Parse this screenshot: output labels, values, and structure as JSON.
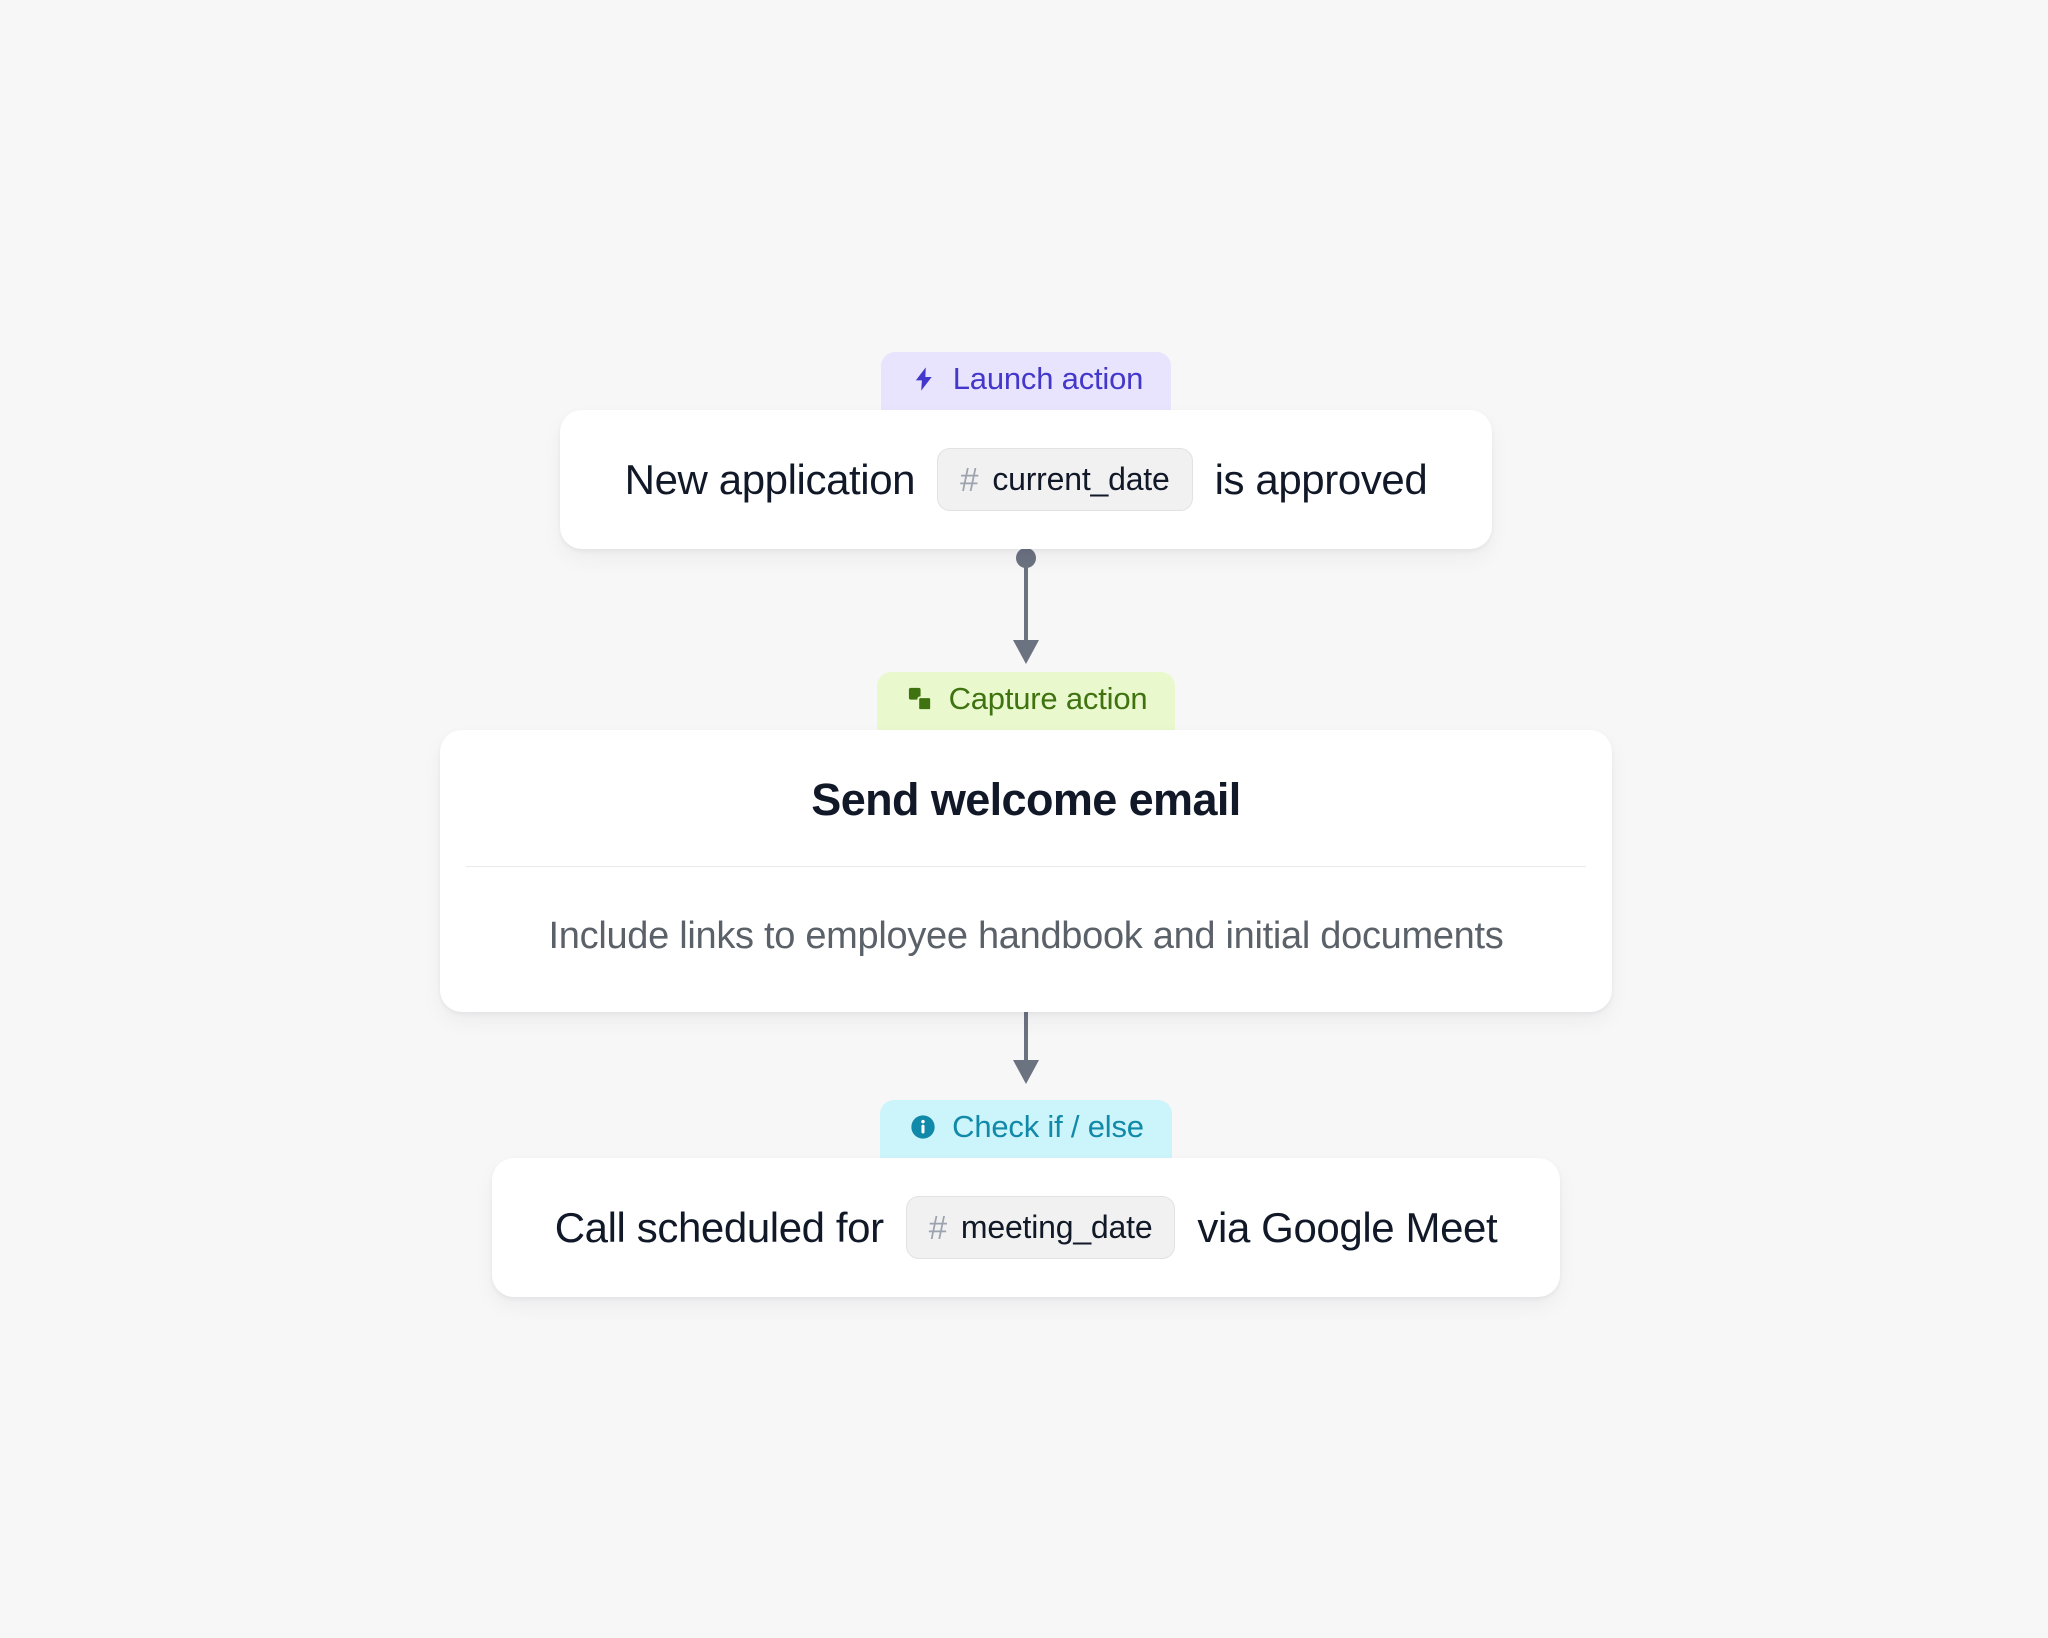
{
  "canvas": {
    "background_color": "#f7f7f7"
  },
  "workflow": {
    "nodes": [
      {
        "badge": {
          "label": "Launch action",
          "icon": "lightning-bolt-icon",
          "background_color": "#e9e4fd",
          "text_color": "#4338ca"
        },
        "card": {
          "type": "inline",
          "text_before": "New application",
          "variable": {
            "prefix": "#",
            "name": "current_date"
          },
          "text_after": "is approved"
        }
      },
      {
        "badge": {
          "label": "Capture action",
          "icon": "copy-squares-icon",
          "background_color": "#e9f8cd",
          "text_color": "#3f7310"
        },
        "card": {
          "type": "detail",
          "title": "Send welcome email",
          "subtitle": "Include links to employee handbook and initial documents"
        }
      },
      {
        "badge": {
          "label": "Check if / else",
          "icon": "info-circle-icon",
          "background_color": "#ccf4fb",
          "text_color": "#1189a8"
        },
        "card": {
          "type": "inline",
          "text_before": "Call scheduled for",
          "variable": {
            "prefix": "#",
            "name": "meeting_date"
          },
          "text_after": "via Google Meet"
        }
      }
    ],
    "connectors": [
      {
        "from": "launch-action-node",
        "to": "capture-action-node",
        "color": "#6b7280"
      },
      {
        "from": "capture-action-node",
        "to": "check-if-else-node",
        "color": "#6b7280"
      }
    ]
  }
}
